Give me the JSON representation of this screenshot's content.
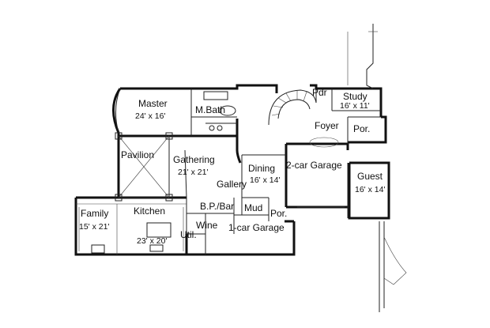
{
  "rooms": {
    "master": {
      "name": "Master",
      "dims": "24' x 16'"
    },
    "master_bath": {
      "name": "M.Bath"
    },
    "powder": {
      "name": "Pdr"
    },
    "study": {
      "name": "Study",
      "dims": "16' x 11'"
    },
    "foyer": {
      "name": "Foyer"
    },
    "porch_front": {
      "name": "Por."
    },
    "pavilion": {
      "name": "Pavilion"
    },
    "gathering": {
      "name": "Gathering",
      "dims": "21' x 21'"
    },
    "dining": {
      "name": "Dining",
      "dims": "16' x 14'"
    },
    "garage2": {
      "name": "2-car Garage"
    },
    "guest": {
      "name": "Guest",
      "dims": "16' x 14'"
    },
    "gallery": {
      "name": "Gallery"
    },
    "family": {
      "name": "Family",
      "dims": "15' x 21'"
    },
    "kitchen": {
      "name": "Kitchen",
      "dims": "23' x 20'"
    },
    "bp_bar": {
      "name": "B.P./Bar"
    },
    "mud": {
      "name": "Mud"
    },
    "porch_side": {
      "name": "Por."
    },
    "wine": {
      "name": "Wine"
    },
    "utility": {
      "name": "Util."
    },
    "garage1": {
      "name": "1-car Garage"
    }
  }
}
